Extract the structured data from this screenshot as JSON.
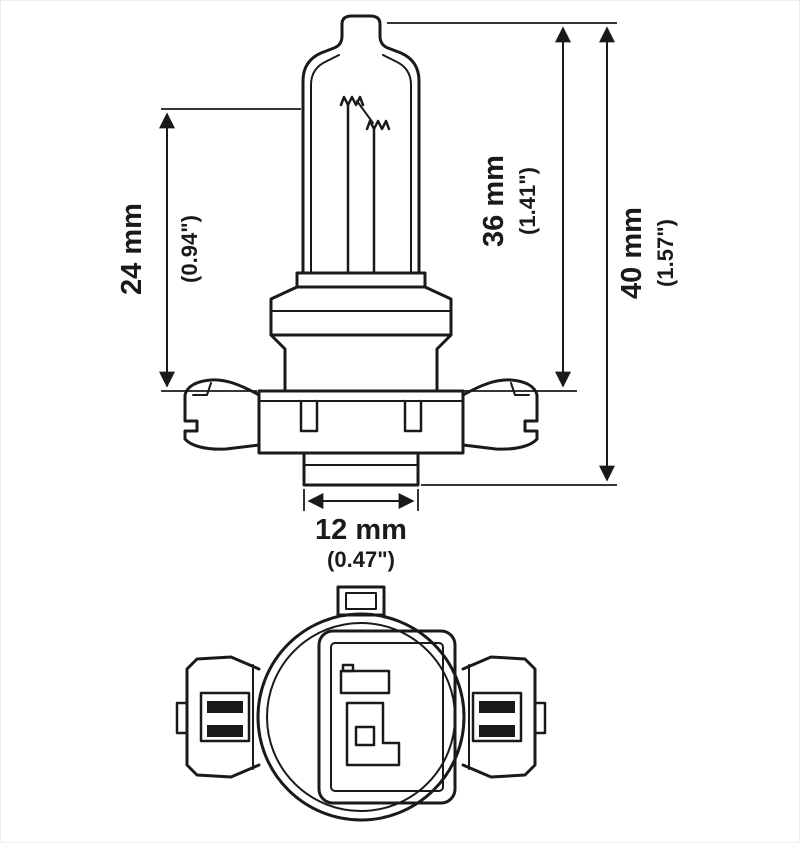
{
  "colors": {
    "line": "#1a1a1a",
    "background": "#ffffff"
  },
  "dimensions": {
    "d24": {
      "mm": "24 mm",
      "in": "(0.94\")"
    },
    "d36": {
      "mm": "36 mm",
      "in": "(1.41\")"
    },
    "d40": {
      "mm": "40 mm",
      "in": "(1.57\")"
    },
    "d12": {
      "mm": "12 mm",
      "in": "(0.47\")"
    }
  }
}
